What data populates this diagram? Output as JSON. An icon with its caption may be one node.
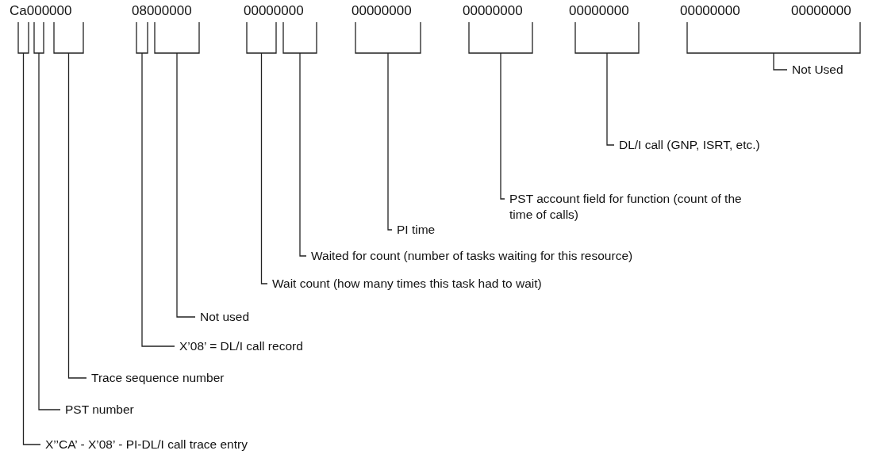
{
  "diagram": {
    "nodes": [
      {
        "text": [],
        "shape": "bracket"
      },
      {
        "text": [],
        "shape": "bracket"
      },
      {
        "text": [],
        "shape": "bracket"
      },
      {
        "text": [],
        "shape": "bracket"
      },
      {
        "text": [],
        "shape": "bracket"
      },
      {
        "text": [],
        "shape": "bracket"
      },
      {
        "text": [],
        "shape": "bracket"
      },
      {
        "text": [],
        "shape": "bracket"
      },
      {
        "text": [],
        "shape": "bracket"
      },
      {
        "text": [],
        "shape": "bracket"
      },
      {
        "text": [],
        "shape": "bracket"
      },
      {
        "text": [
          "Not Used"
        ]
      },
      {
        "text": [
          "DL/I call (GNP, ISRT, etc.)"
        ]
      },
      {
        "text": [
          "PST account field for function (count of the time of calls)"
        ]
      },
      {
        "text": [
          "PI time"
        ]
      },
      {
        "text": [
          "Waited for count (number of tasks waiting for this resource)"
        ]
      },
      {
        "text": [
          "Wait count (how many times this task had to wait)"
        ]
      },
      {
        "text": [
          "Not used"
        ]
      },
      {
        "text": [
          "X’08’ = DL/I call record"
        ]
      },
      {
        "text": [
          "Trace sequence number"
        ]
      },
      {
        "text": [
          "PST number"
        ]
      },
      {
        "text": [
          "X’’CA’ - X’08’ - PI-DL/I call trace entry"
        ]
      }
    ],
    "edges": [
      {
        "from": 11,
        "to": 10,
        "arrow": "none"
      },
      {
        "from": 12,
        "to": 9,
        "arrow": "none"
      },
      {
        "from": 13,
        "to": 8,
        "arrow": "none"
      },
      {
        "from": 14,
        "to": 7,
        "arrow": "none"
      },
      {
        "from": 15,
        "to": 6,
        "arrow": "none"
      },
      {
        "from": 16,
        "to": 5,
        "arrow": "none"
      },
      {
        "from": 17,
        "to": 4,
        "arrow": "none"
      },
      {
        "from": 18,
        "to": 3,
        "arrow": "none"
      },
      {
        "from": 19,
        "to": 2,
        "arrow": "none"
      },
      {
        "from": 20,
        "to": 1,
        "arrow": "none"
      },
      {
        "from": 21,
        "to": 0,
        "arrow": "none"
      }
    ],
    "labels": [
      "Ca000000",
      "08000000",
      "00000000",
      "00000000",
      "00000000",
      "00000000",
      "00000000",
      "00000000"
    ]
  }
}
